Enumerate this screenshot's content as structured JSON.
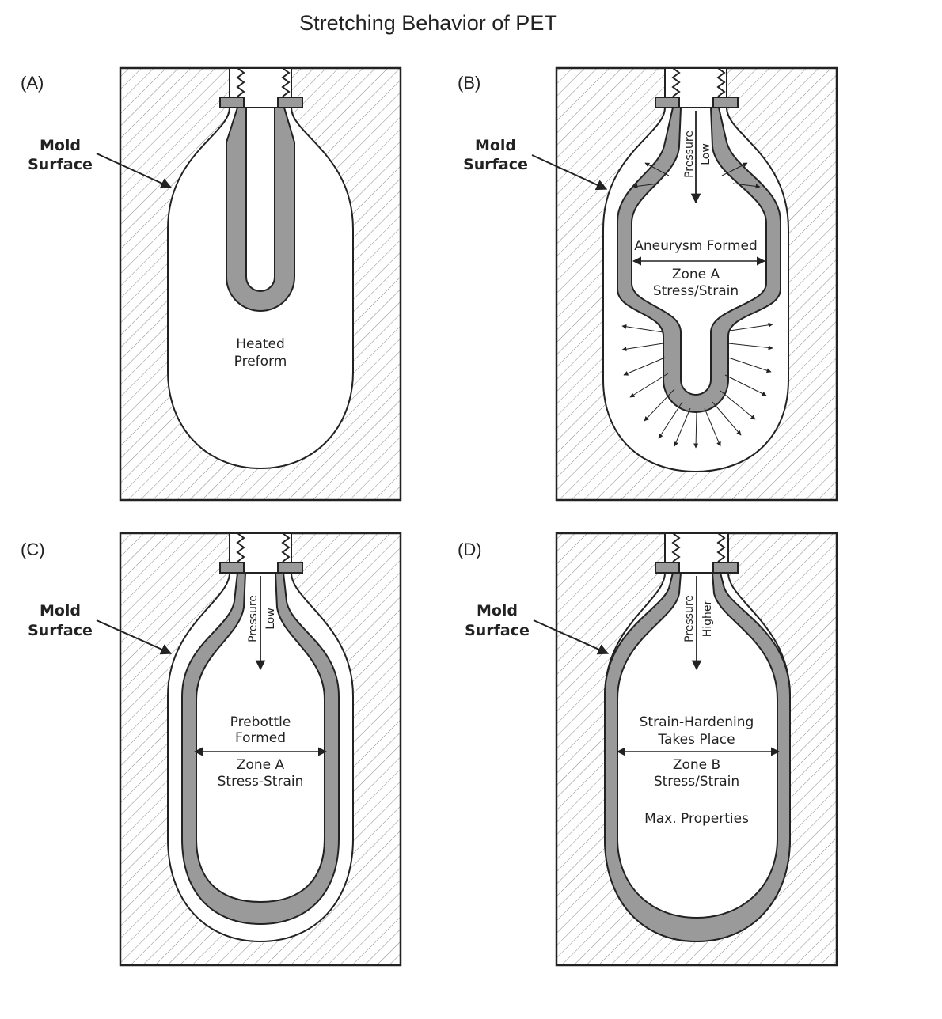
{
  "title": "Stretching Behavior of PET",
  "colors": {
    "outline": "#222222",
    "plastic": "#9a9a9a",
    "hatch": "#8a8a8a",
    "cavity": "#ffffff"
  },
  "panels": [
    {
      "letter": "(A)",
      "mold_label": [
        "Mold",
        "Surface"
      ],
      "labels": [
        "Heated",
        "Preform"
      ]
    },
    {
      "letter": "(B)",
      "mold_label": [
        "Mold",
        "Surface"
      ],
      "pressure": [
        "Pressure",
        "Low"
      ],
      "labels": [
        "Aneurysm Formed",
        "Zone A",
        "Stress/Strain"
      ]
    },
    {
      "letter": "(C)",
      "mold_label": [
        "Mold",
        "Surface"
      ],
      "pressure": [
        "Pressure",
        "Low"
      ],
      "labels": [
        "Prebottle",
        "Formed",
        "Zone A",
        "Stress-Strain"
      ]
    },
    {
      "letter": "(D)",
      "mold_label": [
        "Mold",
        "Surface"
      ],
      "pressure": [
        "Pressure",
        "Higher"
      ],
      "labels": [
        "Strain-Hardening",
        "Takes Place",
        "Zone B",
        "Stress/Strain",
        "Max. Properties"
      ]
    }
  ]
}
